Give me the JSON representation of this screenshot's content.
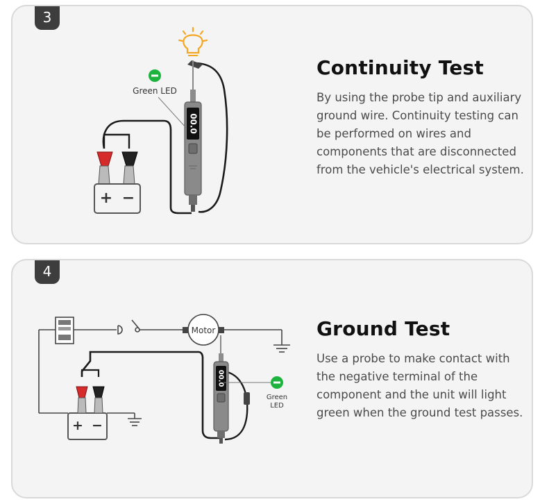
{
  "sections": [
    {
      "step": "3",
      "title": "Continuity Test",
      "description": "By using the probe tip and auxiliary ground wire. Continuity testing can be performed on wires and components that are disconnected from the vehicle's electrical system.",
      "led_label": "Green LED",
      "display_text": "00.0",
      "terminals": {
        "positive": "+",
        "negative": "−"
      }
    },
    {
      "step": "4",
      "title": "Ground Test",
      "description": "Use a probe to make contact with the negative terminal of the component and the unit will light green when the ground test passes.",
      "led_label_line1": "Green",
      "led_label_line2": "LED",
      "motor_label": "Motor",
      "display_text": "00.0",
      "terminals": {
        "positive": "+",
        "negative": "−"
      }
    }
  ],
  "colors": {
    "led_green": "#1db33e",
    "bulb": "#f5a623",
    "clip_red": "#d62b2b",
    "wire": "#1a1a1a",
    "probe_body": "#8a8a8a"
  },
  "icons": [
    "light-bulb-icon",
    "green-led-icon",
    "battery-icon",
    "alligator-clip-icon",
    "ground-symbol-icon",
    "switch-icon",
    "fuse-box-icon"
  ]
}
